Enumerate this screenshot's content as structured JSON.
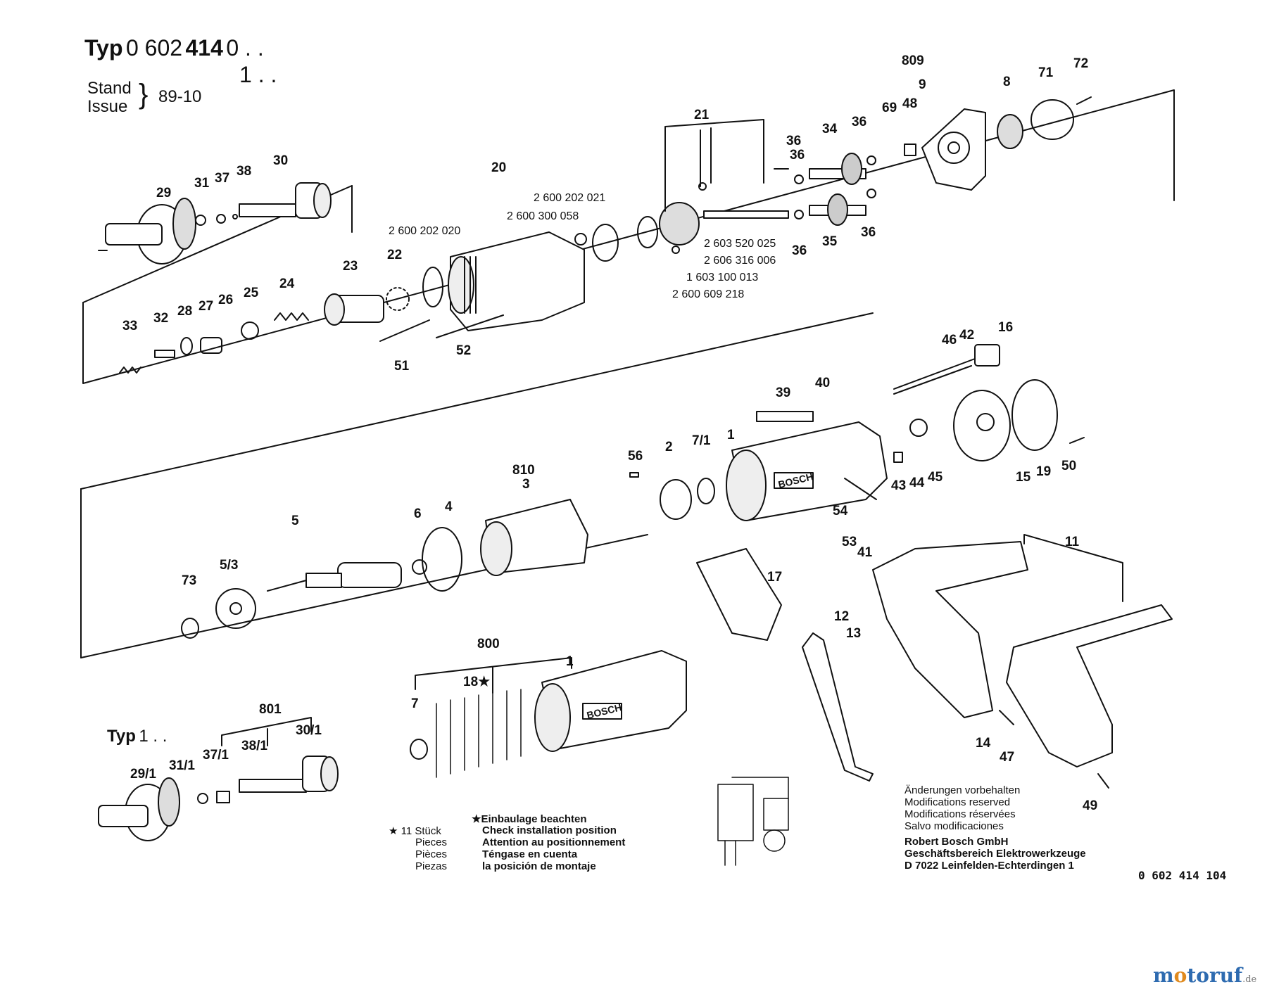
{
  "header": {
    "typ_label": "Typ",
    "typ_prefix": "0 602",
    "typ_code": "414",
    "typ_suffix_1": "0 . .",
    "typ_suffix_2": "1 . .",
    "stand_label": "Stand",
    "issue_label": "Issue",
    "date": "89-10"
  },
  "typ1": {
    "label": "Typ",
    "value": "1 . ."
  },
  "part_numbers": [
    "809",
    "9",
    "8",
    "71",
    "72",
    "69",
    "48",
    "36",
    "34",
    "21",
    "36",
    "35",
    "36",
    "30",
    "38",
    "37",
    "31",
    "29",
    "20",
    "2 600 202 021",
    "2 600 300 058",
    "2 600 202 020",
    "2 603 520 025",
    "2 606 316 006",
    "1 603 100 013",
    "2 600 609 218",
    "22",
    "23",
    "24",
    "25",
    "26",
    "27",
    "28",
    "32",
    "33",
    "51",
    "52",
    "46",
    "42",
    "16",
    "39",
    "40",
    "1",
    "7/1",
    "2",
    "56",
    "810",
    "3",
    "4",
    "6",
    "5",
    "5/3",
    "73",
    "43",
    "44",
    "45",
    "15",
    "19",
    "50",
    "54",
    "53",
    "41",
    "17",
    "12",
    "13",
    "11",
    "800",
    "18★",
    "7",
    "1",
    "801",
    "30/1",
    "38/1",
    "37/1",
    "31/1",
    "29/1",
    "14",
    "47",
    "49",
    "36",
    "36"
  ],
  "notes": {
    "star_header": "★Einbaulage beachten",
    "star_count": "★ 11 Stück",
    "pieces_en": "Pieces",
    "pieces_fr": "Pièces",
    "pieces_es": "Piezas",
    "check_en": "Check installation position",
    "check_fr": "Attention au positionnement",
    "check_es": "Téngase en cuenta",
    "check_es2": "la posición de montaje"
  },
  "disclaimer": {
    "de": "Änderungen vorbehalten",
    "en": "Modifications reserved",
    "fr": "Modifications réservées",
    "es": "Salvo modificaciones",
    "company": "Robert Bosch GmbH",
    "division": "Geschäftsbereich Elektrowerkzeuge",
    "address": "D 7022 Leinfelden-Echterdingen 1"
  },
  "drawing_number": "0 602 414 104",
  "brand_on_housing": "BOSCH",
  "watermark": {
    "a": "m",
    "b": "o",
    "c": "toruf",
    "d": ".de"
  }
}
